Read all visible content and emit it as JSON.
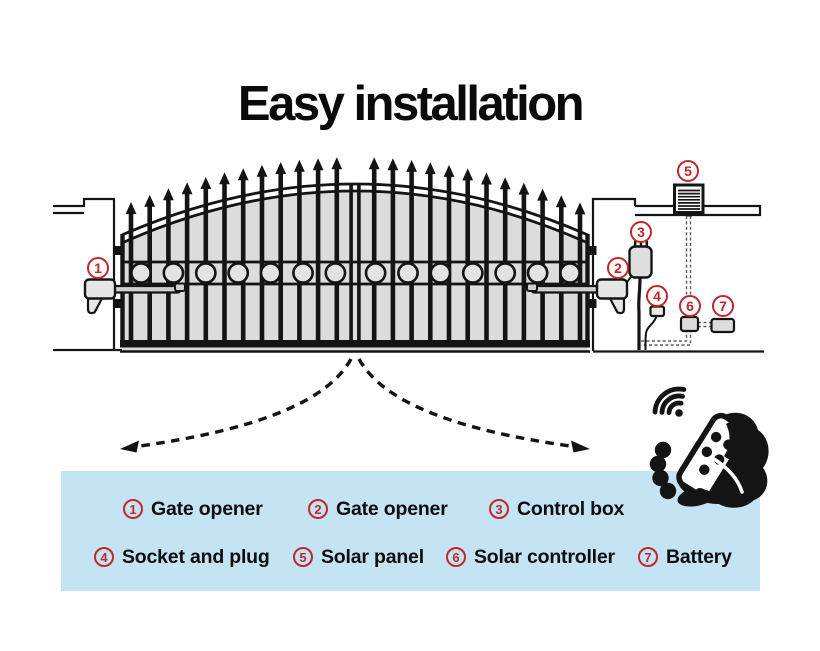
{
  "title": "Easy installation",
  "colors": {
    "accent_red": "#c1272d",
    "legend_background": "#c4e3f3",
    "gate_fill_gray": "#dcdcdc",
    "line_ink": "#141414"
  },
  "diagram": {
    "callouts": [
      "1",
      "2",
      "3",
      "4",
      "5",
      "6",
      "7"
    ]
  },
  "legend": {
    "items": [
      {
        "num": "1",
        "label": "Gate opener"
      },
      {
        "num": "2",
        "label": "Gate opener"
      },
      {
        "num": "3",
        "label": "Control box"
      },
      {
        "num": "4",
        "label": "Socket and plug"
      },
      {
        "num": "5",
        "label": "Solar panel"
      },
      {
        "num": "6",
        "label": "Solar controller"
      },
      {
        "num": "7",
        "label": "Battery"
      }
    ]
  },
  "icons": {
    "gate": "double-swing-gate-icon",
    "gate_opener_left": "gate-opener-actuator-icon",
    "gate_opener_right": "gate-opener-actuator-icon",
    "control_box": "control-box-icon",
    "socket_plug": "socket-and-plug-icon",
    "solar_panel": "solar-panel-icon",
    "solar_controller": "solar-controller-icon",
    "battery": "battery-icon",
    "remote_hand": "hand-holding-remote-icon",
    "wifi": "wifi-signal-icon",
    "open_direction": "gate-opening-dashed-arrows"
  }
}
